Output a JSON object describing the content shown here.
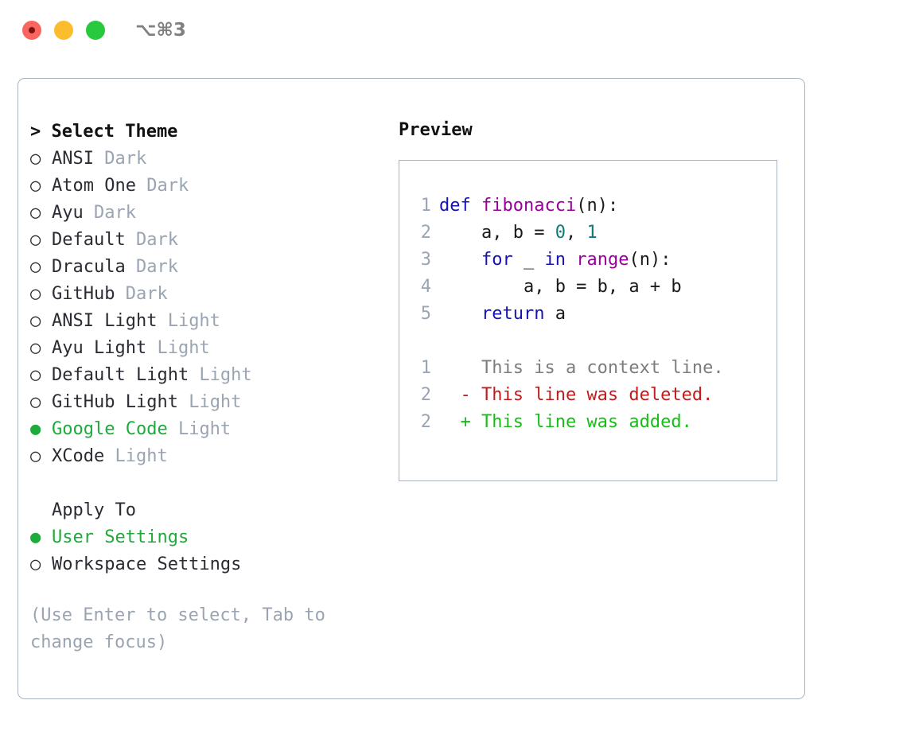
{
  "titlebar": {
    "shortcut": "⌥⌘3",
    "buttons": [
      "close",
      "minimize",
      "maximize"
    ]
  },
  "theme_list": {
    "header": "> Select Theme",
    "items": [
      {
        "marker": "○",
        "label": "ANSI",
        "suffix": "Dark",
        "selected": false
      },
      {
        "marker": "○",
        "label": "Atom One",
        "suffix": "Dark",
        "selected": false
      },
      {
        "marker": "○",
        "label": "Ayu",
        "suffix": "Dark",
        "selected": false
      },
      {
        "marker": "○",
        "label": "Default",
        "suffix": "Dark",
        "selected": false
      },
      {
        "marker": "○",
        "label": "Dracula",
        "suffix": "Dark",
        "selected": false
      },
      {
        "marker": "○",
        "label": "GitHub",
        "suffix": "Dark",
        "selected": false
      },
      {
        "marker": "○",
        "label": "ANSI Light",
        "suffix": "Light",
        "selected": false
      },
      {
        "marker": "○",
        "label": "Ayu Light",
        "suffix": "Light",
        "selected": false
      },
      {
        "marker": "○",
        "label": "Default Light",
        "suffix": "Light",
        "selected": false
      },
      {
        "marker": "○",
        "label": "GitHub Light",
        "suffix": "Light",
        "selected": false
      },
      {
        "marker": "●",
        "label": "Google Code",
        "suffix": "Light",
        "selected": true
      },
      {
        "marker": "○",
        "label": "XCode",
        "suffix": "Light",
        "selected": false
      }
    ]
  },
  "apply_to": {
    "title": "Apply To",
    "items": [
      {
        "marker": "●",
        "label": "User Settings",
        "selected": true
      },
      {
        "marker": "○",
        "label": "Workspace Settings",
        "selected": false
      }
    ]
  },
  "hint": "(Use Enter to select, Tab to change focus)",
  "preview": {
    "title": "Preview",
    "code_lines": [
      {
        "n": "1",
        "segments": [
          {
            "t": "def ",
            "c": "kw"
          },
          {
            "t": "fibonacci",
            "c": "fn"
          },
          {
            "t": "(n):",
            "c": "pl"
          }
        ]
      },
      {
        "n": "2",
        "segments": [
          {
            "t": "    a, b = ",
            "c": "pl"
          },
          {
            "t": "0",
            "c": "num"
          },
          {
            "t": ", ",
            "c": "pl"
          },
          {
            "t": "1",
            "c": "num"
          }
        ]
      },
      {
        "n": "3",
        "segments": [
          {
            "t": "    ",
            "c": "pl"
          },
          {
            "t": "for",
            "c": "kw"
          },
          {
            "t": " _ ",
            "c": "pl"
          },
          {
            "t": "in",
            "c": "kw"
          },
          {
            "t": " ",
            "c": "pl"
          },
          {
            "t": "range",
            "c": "fn"
          },
          {
            "t": "(n):",
            "c": "pl"
          }
        ]
      },
      {
        "n": "4",
        "segments": [
          {
            "t": "        a, b = b, a + b",
            "c": "pl"
          }
        ]
      },
      {
        "n": "5",
        "segments": [
          {
            "t": "    ",
            "c": "pl"
          },
          {
            "t": "return",
            "c": "kw"
          },
          {
            "t": " a",
            "c": "pl"
          }
        ]
      }
    ],
    "diff_lines": [
      {
        "n": "1",
        "sign": " ",
        "text": "This is a context line.",
        "kind": "ctx"
      },
      {
        "n": "2",
        "sign": "-",
        "text": "This line was deleted.",
        "kind": "del"
      },
      {
        "n": "2",
        "sign": "+",
        "text": "This line was added.",
        "kind": "add"
      }
    ]
  },
  "colors": {
    "accent_green": "#1faa3c",
    "muted": "#9aa4b2",
    "border": "#a9b3c1",
    "keyword": "#1313b4",
    "function": "#990099",
    "number": "#0d7b7b",
    "diff_deleted": "#c01c1c",
    "diff_added": "#17bd17",
    "diff_context": "#7d7d7d"
  }
}
